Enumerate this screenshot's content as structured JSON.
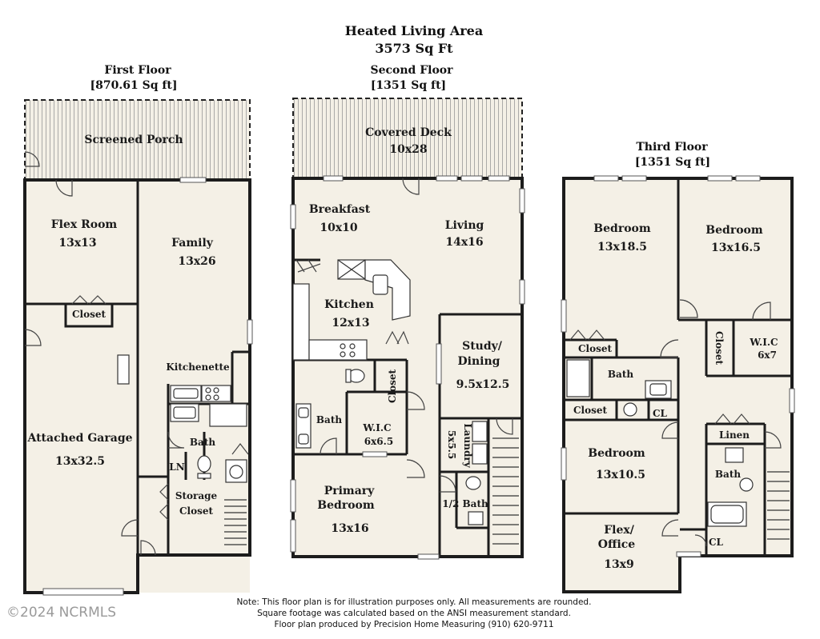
{
  "title": "Heated Living Area",
  "total_area": "3573 Sq Ft",
  "floors": {
    "first": {
      "name": "First Floor",
      "area": "[870.61 Sq ft]",
      "rooms": {
        "screened_porch": "Screened Porch",
        "flex_room": "Flex Room",
        "flex_room_size": "13x13",
        "family": "Family",
        "family_size": "13x26",
        "closet": "Closet",
        "kitchenette": "Kitchenette",
        "garage": "Attached Garage",
        "garage_size": "13x32.5",
        "bath": "Bath",
        "linen": "LN",
        "storage": "Storage",
        "storage_closet": "Closet"
      }
    },
    "second": {
      "name": "Second Floor",
      "area": "[1351 Sq ft]",
      "rooms": {
        "covered_deck": "Covered Deck",
        "covered_deck_size": "10x28",
        "breakfast": "Breakfast",
        "breakfast_size": "10x10",
        "living": "Living",
        "living_size": "14x16",
        "kitchen": "Kitchen",
        "kitchen_size": "12x13",
        "study": "Study/",
        "dining": "Dining",
        "study_size": "9.5x12.5",
        "closet": "Closet",
        "bath": "Bath",
        "wic": "W.I.C",
        "wic_size": "6x6.5",
        "laundry": "Laundry",
        "laundry_size": "5x5.5",
        "primary": "Primary",
        "bedroom": "Bedroom",
        "primary_size": "13x16",
        "half_bath": "1/2 Bath"
      }
    },
    "third": {
      "name": "Third Floor",
      "area": "[1351 Sq ft]",
      "rooms": {
        "bedroom1": "Bedroom",
        "bedroom1_size": "13x18.5",
        "bedroom2": "Bedroom",
        "bedroom2_size": "13x16.5",
        "closet_a": "Closet",
        "bath_a": "Bath",
        "closet_b": "Closet",
        "cl_a": "CL",
        "closet_c": "Closet",
        "wic": "W.I.C",
        "wic_size": "6x7",
        "bedroom3": "Bedroom",
        "bedroom3_size": "13x10.5",
        "linen": "Linen",
        "bath_b": "Bath",
        "flex": "Flex/",
        "office": "Office",
        "flex_size": "13x9",
        "cl_b": "CL"
      }
    }
  },
  "notes": [
    "Note: This floor plan is for illustration purposes only. All measurements are rounded.",
    "Square footage was calculated based on the ANSI measurement standard.",
    "Floor plan produced by Precision Home Measuring (910) 620-9711"
  ],
  "watermark": "©2024 NCRMLS"
}
